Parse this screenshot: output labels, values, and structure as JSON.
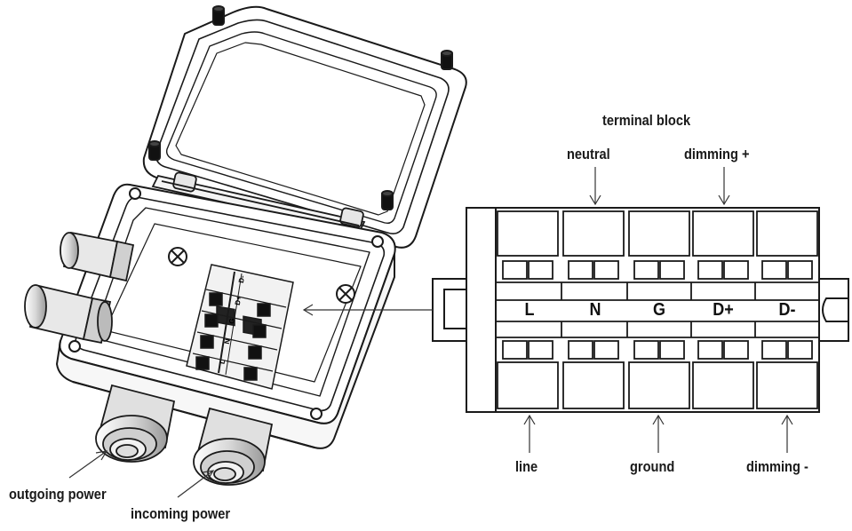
{
  "labels": {
    "terminal_block": "terminal block",
    "neutral": "neutral",
    "dimming_plus": "dimming +",
    "line": "line",
    "ground": "ground",
    "dimming_minus": "dimming -",
    "outgoing_power": "outgoing power",
    "incoming_power": "incoming power"
  },
  "terminals": [
    "L",
    "N",
    "G",
    "D+",
    "D-"
  ],
  "small_terminal_marks": [
    "D-",
    "D+",
    "G",
    "N",
    "L"
  ],
  "colors": {
    "stroke": "#1a1a1a",
    "fill": "#ffffff",
    "shade": "#d9d9d9",
    "dark": "#111111"
  }
}
